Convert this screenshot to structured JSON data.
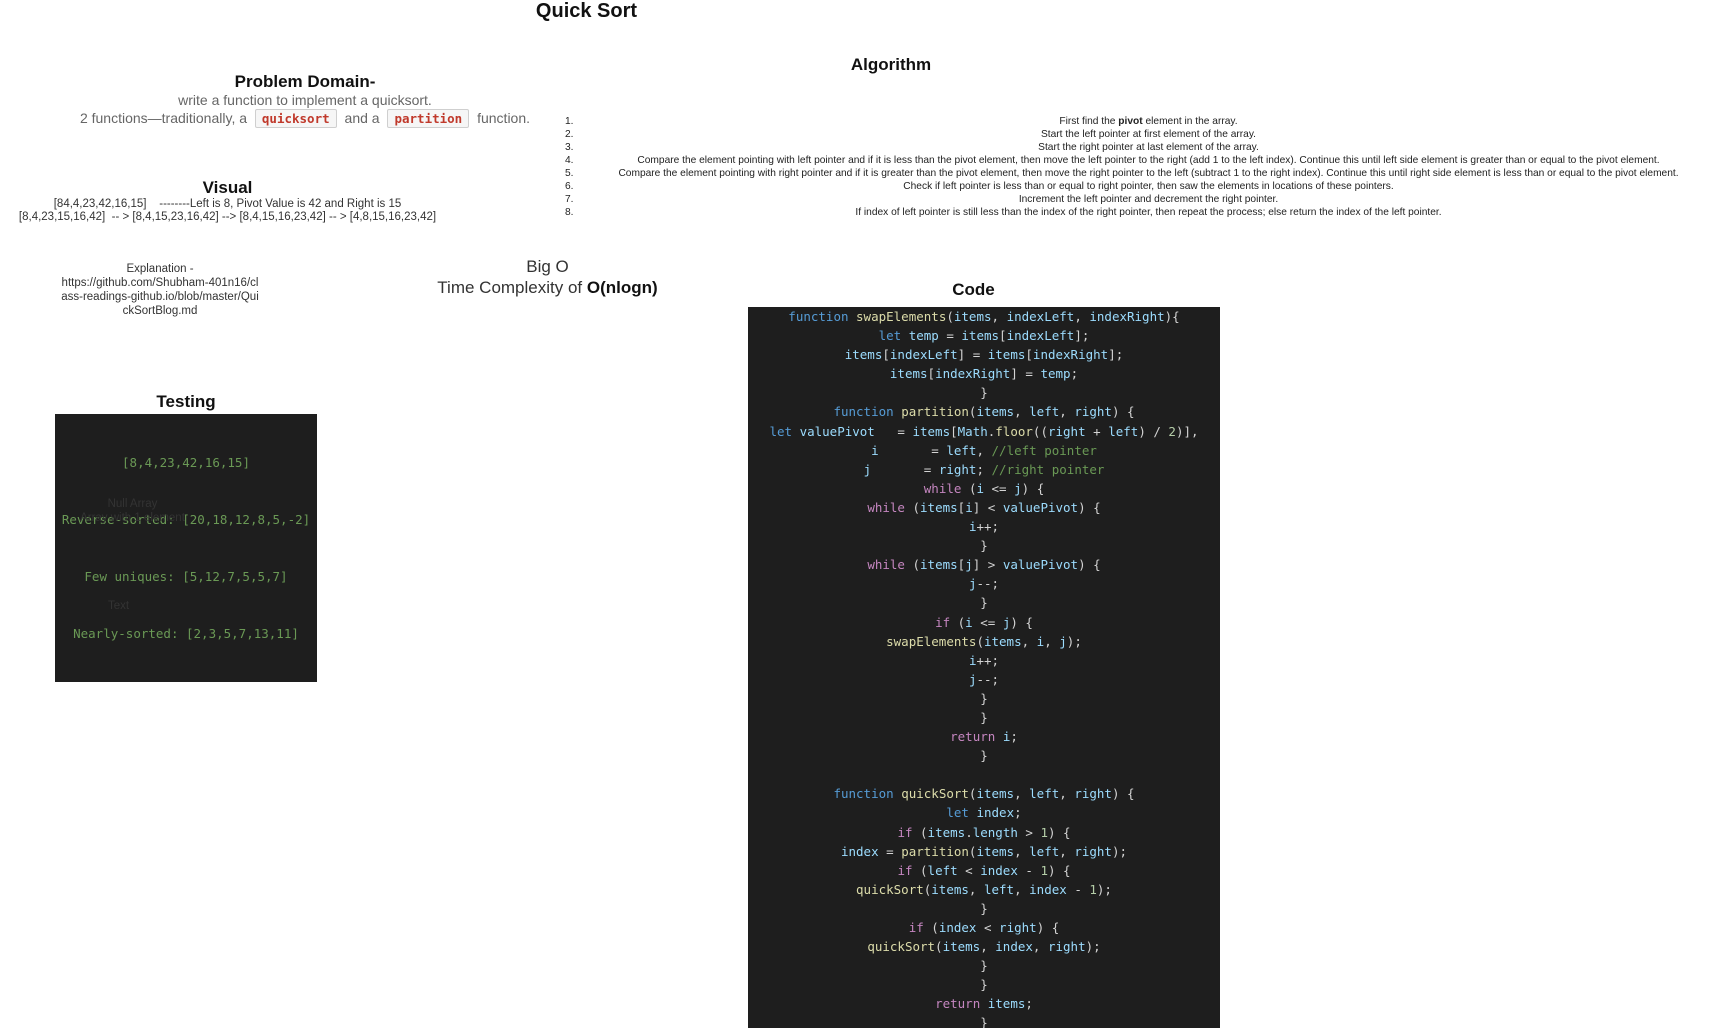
{
  "page_title": "Quick Sort",
  "problem": {
    "title": "Problem Domain-",
    "line1": "write a function to implement a quicksort.",
    "line2_prefix": "2 functions—traditionally, a",
    "fn1": "quicksort",
    "line2_mid": "and a",
    "fn2": "partition",
    "line2_suffix": "function."
  },
  "visual": {
    "title": "Visual",
    "line1": "[84,4,23,42,16,15]    --------Left is 8, Pivot Value is 42 and Right is 15",
    "line2": "[8,4,23,15,16,42]  -- > [8,4,15,23,16,42] --> [8,4,15,16,23,42] -- > [4,8,15,16,23,42]"
  },
  "explanation": {
    "label": "Explanation -",
    "link": "https://github.com/Shubham-401n16/class-readings-github.io/blob/master/QuickSortBlog.md"
  },
  "big_o": {
    "title": "Big O",
    "prefix": "Time Complexity of ",
    "value": "O(nlogn)"
  },
  "testing": {
    "title": "Testing",
    "cases": [
      "[8,4,23,42,16,15]",
      "Reverse-sorted: [20,18,12,8,5,-2]",
      "Few uniques: [5,12,7,5,5,7]",
      "Nearly-sorted: [2,3,5,7,13,11]"
    ],
    "extra": [
      "Null Array",
      "Array with 1 element"
    ],
    "text_label": "Text"
  },
  "algorithm": {
    "title": "Algorithm",
    "steps": [
      {
        "n": "1.",
        "before": "First find the ",
        "bold": "pivot",
        "after": " element in the array."
      },
      {
        "n": "2.",
        "before": "Start the left pointer at first element of the array.",
        "bold": "",
        "after": ""
      },
      {
        "n": "3.",
        "before": "Start the right pointer at last element of the array.",
        "bold": "",
        "after": ""
      },
      {
        "n": "4.",
        "before": "Compare the element pointing with left pointer and if it is less than the pivot element, then move the left pointer to the right (add 1 to the left index). Continue this until left side element is greater than or equal to the pivot element.",
        "bold": "",
        "after": ""
      },
      {
        "n": "5.",
        "before": "Compare the element pointing with right pointer and if it is greater than the pivot element, then move the right pointer to the left (subtract 1 to the right index). Continue this until right side element is less than or equal to the pivot element.",
        "bold": "",
        "after": ""
      },
      {
        "n": "6.",
        "before": "Check if left pointer is less than or equal to right pointer, then saw the elements in locations of these pointers.",
        "bold": "",
        "after": ""
      },
      {
        "n": "7.",
        "before": "Increment the left pointer and decrement the right pointer.",
        "bold": "",
        "after": ""
      },
      {
        "n": "8.",
        "before": "If index of left pointer is still less than the index of the right pointer, then repeat the process; else return the index of the left pointer.",
        "bold": "",
        "after": ""
      }
    ]
  },
  "code": {
    "title": "Code",
    "lines": [
      [
        [
          "kw",
          "function "
        ],
        [
          "fn",
          "swapElements"
        ],
        [
          "",
          "("
        ],
        [
          "vr",
          "items"
        ],
        [
          "",
          ", "
        ],
        [
          "vr",
          "indexLeft"
        ],
        [
          "",
          ", "
        ],
        [
          "vr",
          "indexRight"
        ],
        [
          "",
          "){"
        ]
      ],
      [
        [
          "kw",
          "let "
        ],
        [
          "vr",
          "temp"
        ],
        [
          "",
          " = "
        ],
        [
          "vr",
          "items"
        ],
        [
          "",
          "["
        ],
        [
          "vr",
          "indexLeft"
        ],
        [
          "",
          "];"
        ]
      ],
      [
        [
          "vr",
          "items"
        ],
        [
          "",
          "["
        ],
        [
          "vr",
          "indexLeft"
        ],
        [
          "",
          "] = "
        ],
        [
          "vr",
          "items"
        ],
        [
          "",
          "["
        ],
        [
          "vr",
          "indexRight"
        ],
        [
          "",
          "];"
        ]
      ],
      [
        [
          "vr",
          "items"
        ],
        [
          "",
          "["
        ],
        [
          "vr",
          "indexRight"
        ],
        [
          "",
          "] = "
        ],
        [
          "vr",
          "temp"
        ],
        [
          "",
          ";"
        ]
      ],
      [
        [
          "",
          "}"
        ]
      ],
      [
        [
          "kw",
          "function "
        ],
        [
          "fn",
          "partition"
        ],
        [
          "",
          "("
        ],
        [
          "vr",
          "items"
        ],
        [
          "",
          ", "
        ],
        [
          "vr",
          "left"
        ],
        [
          "",
          ", "
        ],
        [
          "vr",
          "right"
        ],
        [
          "",
          ") {"
        ]
      ],
      [
        [
          "kw",
          "let "
        ],
        [
          "vr",
          "valuePivot"
        ],
        [
          "",
          "   = "
        ],
        [
          "vr",
          "items"
        ],
        [
          "",
          "["
        ],
        [
          "vr",
          "Math"
        ],
        [
          "",
          "."
        ],
        [
          "fn",
          "floor"
        ],
        [
          "",
          "(("
        ],
        [
          "vr",
          "right"
        ],
        [
          "",
          " + "
        ],
        [
          "vr",
          "left"
        ],
        [
          "",
          ") / "
        ],
        [
          "nm",
          "2"
        ],
        [
          "",
          ")],"
        ]
      ],
      [
        [
          "vr",
          "i"
        ],
        [
          "",
          "       = "
        ],
        [
          "vr",
          "left"
        ],
        [
          "",
          ", "
        ],
        [
          "cm",
          "//left pointer"
        ]
      ],
      [
        [
          "vr",
          "j"
        ],
        [
          "",
          "       = "
        ],
        [
          "vr",
          "right"
        ],
        [
          "",
          "; "
        ],
        [
          "cm",
          "//right pointer"
        ]
      ],
      [
        [
          "ctl",
          "while "
        ],
        [
          "",
          "("
        ],
        [
          "vr",
          "i"
        ],
        [
          "",
          " <= "
        ],
        [
          "vr",
          "j"
        ],
        [
          "",
          ") {"
        ]
      ],
      [
        [
          "ctl",
          "while "
        ],
        [
          "",
          "("
        ],
        [
          "vr",
          "items"
        ],
        [
          "",
          "["
        ],
        [
          "vr",
          "i"
        ],
        [
          "",
          "] < "
        ],
        [
          "vr",
          "valuePivot"
        ],
        [
          "",
          ") {"
        ]
      ],
      [
        [
          "vr",
          "i"
        ],
        [
          "",
          "++;"
        ]
      ],
      [
        [
          "",
          "}"
        ]
      ],
      [
        [
          "ctl",
          "while "
        ],
        [
          "",
          "("
        ],
        [
          "vr",
          "items"
        ],
        [
          "",
          "["
        ],
        [
          "vr",
          "j"
        ],
        [
          "",
          "] > "
        ],
        [
          "vr",
          "valuePivot"
        ],
        [
          "",
          ") {"
        ]
      ],
      [
        [
          "vr",
          "j"
        ],
        [
          "",
          "--;"
        ]
      ],
      [
        [
          "",
          "}"
        ]
      ],
      [
        [
          "ctl",
          "if "
        ],
        [
          "",
          "("
        ],
        [
          "vr",
          "i"
        ],
        [
          "",
          " <= "
        ],
        [
          "vr",
          "j"
        ],
        [
          "",
          ") {"
        ]
      ],
      [
        [
          "fn",
          "swapElements"
        ],
        [
          "",
          "("
        ],
        [
          "vr",
          "items"
        ],
        [
          "",
          ", "
        ],
        [
          "vr",
          "i"
        ],
        [
          "",
          ", "
        ],
        [
          "vr",
          "j"
        ],
        [
          "",
          ");"
        ]
      ],
      [
        [
          "vr",
          "i"
        ],
        [
          "",
          "++;"
        ]
      ],
      [
        [
          "vr",
          "j"
        ],
        [
          "",
          "--;"
        ]
      ],
      [
        [
          "",
          "}"
        ]
      ],
      [
        [
          "",
          "}"
        ]
      ],
      [
        [
          "ctl",
          "return "
        ],
        [
          "vr",
          "i"
        ],
        [
          "",
          ";"
        ]
      ],
      [
        [
          "",
          "}"
        ]
      ],
      [
        [
          "",
          ""
        ]
      ],
      [
        [
          "kw",
          "function "
        ],
        [
          "fn",
          "quickSort"
        ],
        [
          "",
          "("
        ],
        [
          "vr",
          "items"
        ],
        [
          "",
          ", "
        ],
        [
          "vr",
          "left"
        ],
        [
          "",
          ", "
        ],
        [
          "vr",
          "right"
        ],
        [
          "",
          ") {"
        ]
      ],
      [
        [
          "kw",
          "let "
        ],
        [
          "vr",
          "index"
        ],
        [
          "",
          ";"
        ]
      ],
      [
        [
          "ctl",
          "if "
        ],
        [
          "",
          "("
        ],
        [
          "vr",
          "items"
        ],
        [
          "",
          "."
        ],
        [
          "vr",
          "length"
        ],
        [
          "",
          " > "
        ],
        [
          "nm",
          "1"
        ],
        [
          "",
          ") {"
        ]
      ],
      [
        [
          "vr",
          "index"
        ],
        [
          "",
          " = "
        ],
        [
          "fn",
          "partition"
        ],
        [
          "",
          "("
        ],
        [
          "vr",
          "items"
        ],
        [
          "",
          ", "
        ],
        [
          "vr",
          "left"
        ],
        [
          "",
          ", "
        ],
        [
          "vr",
          "right"
        ],
        [
          "",
          ");"
        ]
      ],
      [
        [
          "ctl",
          "if "
        ],
        [
          "",
          "("
        ],
        [
          "vr",
          "left"
        ],
        [
          "",
          " < "
        ],
        [
          "vr",
          "index"
        ],
        [
          "",
          " - "
        ],
        [
          "nm",
          "1"
        ],
        [
          "",
          ") {"
        ]
      ],
      [
        [
          "fn",
          "quickSort"
        ],
        [
          "",
          "("
        ],
        [
          "vr",
          "items"
        ],
        [
          "",
          ", "
        ],
        [
          "vr",
          "left"
        ],
        [
          "",
          ", "
        ],
        [
          "vr",
          "index"
        ],
        [
          "",
          " - "
        ],
        [
          "nm",
          "1"
        ],
        [
          "",
          ");"
        ]
      ],
      [
        [
          "",
          "}"
        ]
      ],
      [
        [
          "ctl",
          "if "
        ],
        [
          "",
          "("
        ],
        [
          "vr",
          "index"
        ],
        [
          "",
          " < "
        ],
        [
          "vr",
          "right"
        ],
        [
          "",
          ") {"
        ]
      ],
      [
        [
          "fn",
          "quickSort"
        ],
        [
          "",
          "("
        ],
        [
          "vr",
          "items"
        ],
        [
          "",
          ", "
        ],
        [
          "vr",
          "index"
        ],
        [
          "",
          ", "
        ],
        [
          "vr",
          "right"
        ],
        [
          "",
          ");"
        ]
      ],
      [
        [
          "",
          "}"
        ]
      ],
      [
        [
          "",
          "}"
        ]
      ],
      [
        [
          "ctl",
          "return "
        ],
        [
          "vr",
          "items"
        ],
        [
          "",
          ";"
        ]
      ],
      [
        [
          "",
          "}"
        ]
      ]
    ]
  }
}
